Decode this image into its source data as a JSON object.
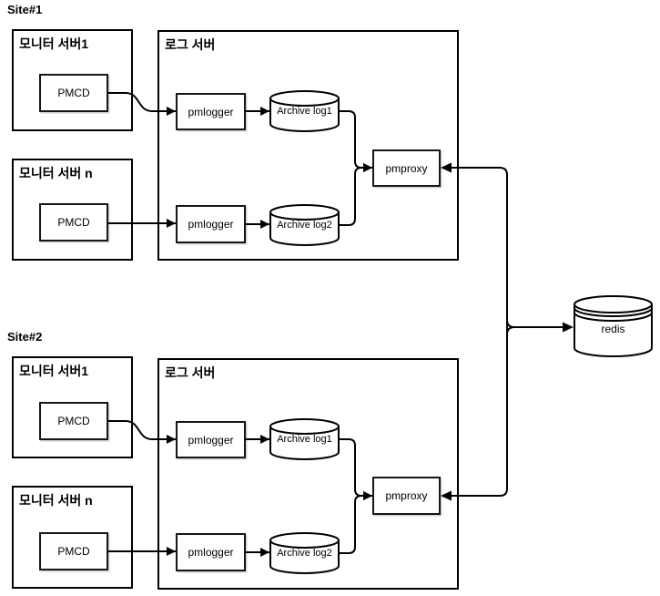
{
  "colors": {
    "stroke": "#000000",
    "node_fill": "#ffffff",
    "background": "#ffffff"
  },
  "sites": [
    {
      "label": "Site#1",
      "monitor_server_1": {
        "title": "모니터 서버1",
        "pmcd_label": "PMCD"
      },
      "monitor_server_n": {
        "title": "모니터 서버 n",
        "pmcd_label": "PMCD"
      },
      "log_server": {
        "title": "로그 서버",
        "pmlogger_1_label": "pmlogger",
        "pmlogger_2_label": "pmlogger",
        "archive_1_label": "Archive log1",
        "archive_2_label": "Archive log2",
        "pmproxy_label": "pmproxy"
      }
    },
    {
      "label": "Site#2",
      "monitor_server_1": {
        "title": "모니터 서버1",
        "pmcd_label": "PMCD"
      },
      "monitor_server_n": {
        "title": "모니터 서버 n",
        "pmcd_label": "PMCD"
      },
      "log_server": {
        "title": "로그 서버",
        "pmlogger_1_label": "pmlogger",
        "pmlogger_2_label": "pmlogger",
        "archive_1_label": "Archive log1",
        "archive_2_label": "Archive log2",
        "pmproxy_label": "pmproxy"
      }
    }
  ],
  "redis": {
    "label": "redis"
  }
}
